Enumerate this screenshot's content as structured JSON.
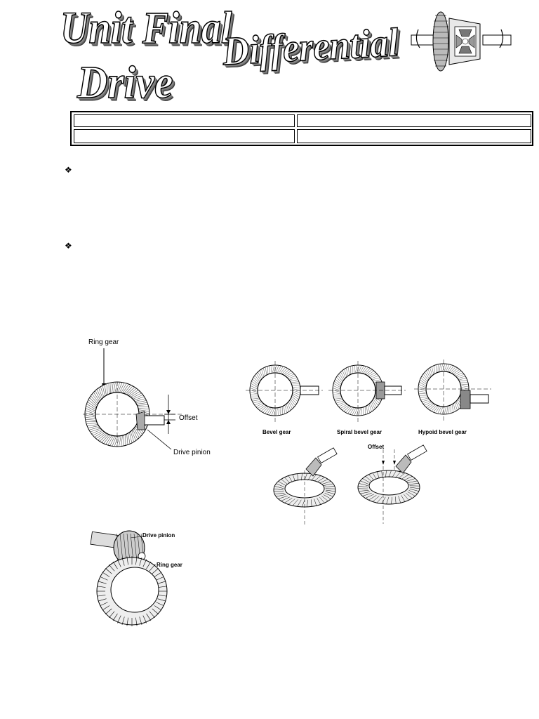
{
  "title": {
    "line1": "Unit Final",
    "line2": "Drive",
    "line3": "Differential"
  },
  "info_table": {
    "rows": [
      [
        "",
        ""
      ],
      [
        "",
        ""
      ]
    ]
  },
  "bullets": [
    {
      "glyph": "❖"
    },
    {
      "glyph": "❖"
    }
  ],
  "figures": {
    "hypoid": {
      "ring_gear": "Ring gear",
      "offset": "Offset",
      "drive_pinion": "Drive pinion"
    },
    "gear_types": {
      "bevel": "Bevel gear",
      "spiral": "Spiral bevel gear",
      "hypoid": "Hypoid bevel gear"
    },
    "perspective": {
      "offset": "Offset"
    },
    "worm": {
      "drive_pinion": "Drive pinion",
      "ring_gear": "Ring gear"
    }
  },
  "icons": [
    "differential-illustration-icon"
  ]
}
